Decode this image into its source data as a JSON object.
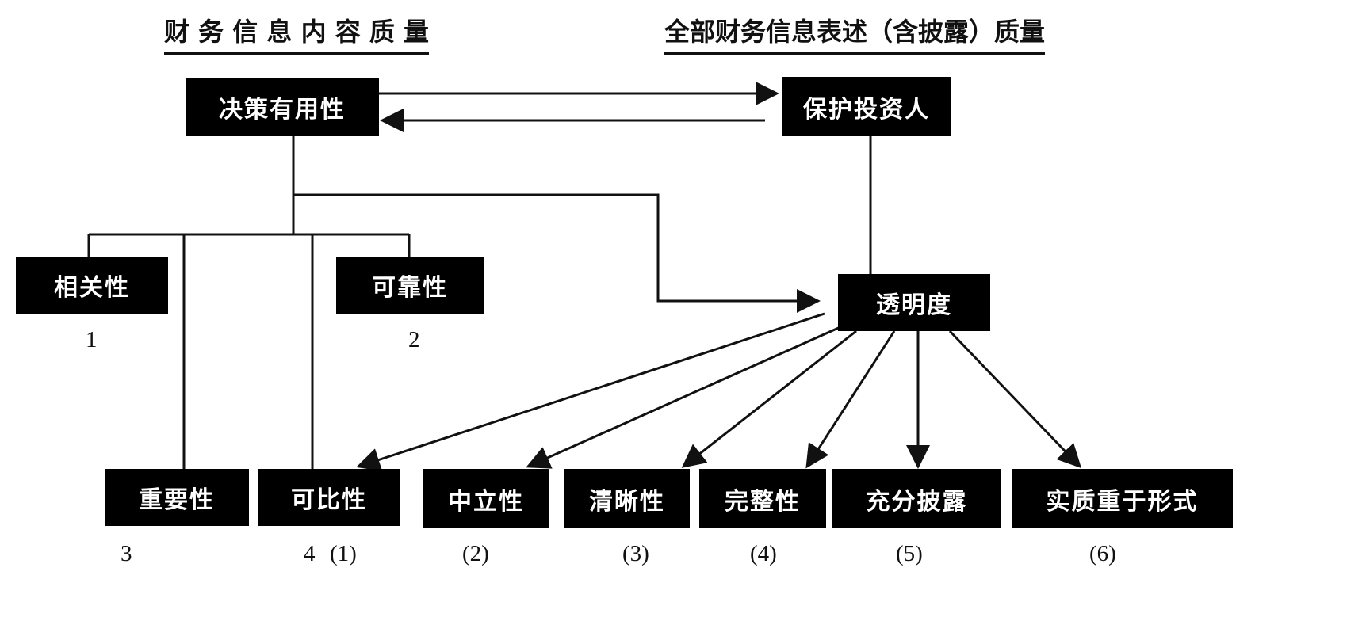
{
  "headings": {
    "left": "财 务 信 息 内 容 质 量",
    "right": "全部财务信息表述（含披露）质量"
  },
  "boxes": {
    "decision_usefulness": "决策有用性",
    "investor_protection": "保护投资人",
    "relevance": "相关性",
    "reliability": "可靠性",
    "transparency": "透明度",
    "materiality": "重要性",
    "comparability": "可比性",
    "neutrality": "中立性",
    "clarity": "清晰性",
    "completeness": "完整性",
    "full_disclosure": "充分披露",
    "substance_over_form": "实质重于形式"
  },
  "labels": {
    "relevance": "1",
    "reliability": "2",
    "materiality": "3",
    "comparability_a": "4",
    "comparability_b": "(1)",
    "neutrality": "(2)",
    "clarity": "(3)",
    "completeness": "(4)",
    "full_disclosure": "(5)",
    "substance_over_form": "(6)"
  },
  "colors": {
    "box_fill": "#000000",
    "box_text": "#ffffff",
    "line": "#111111"
  }
}
